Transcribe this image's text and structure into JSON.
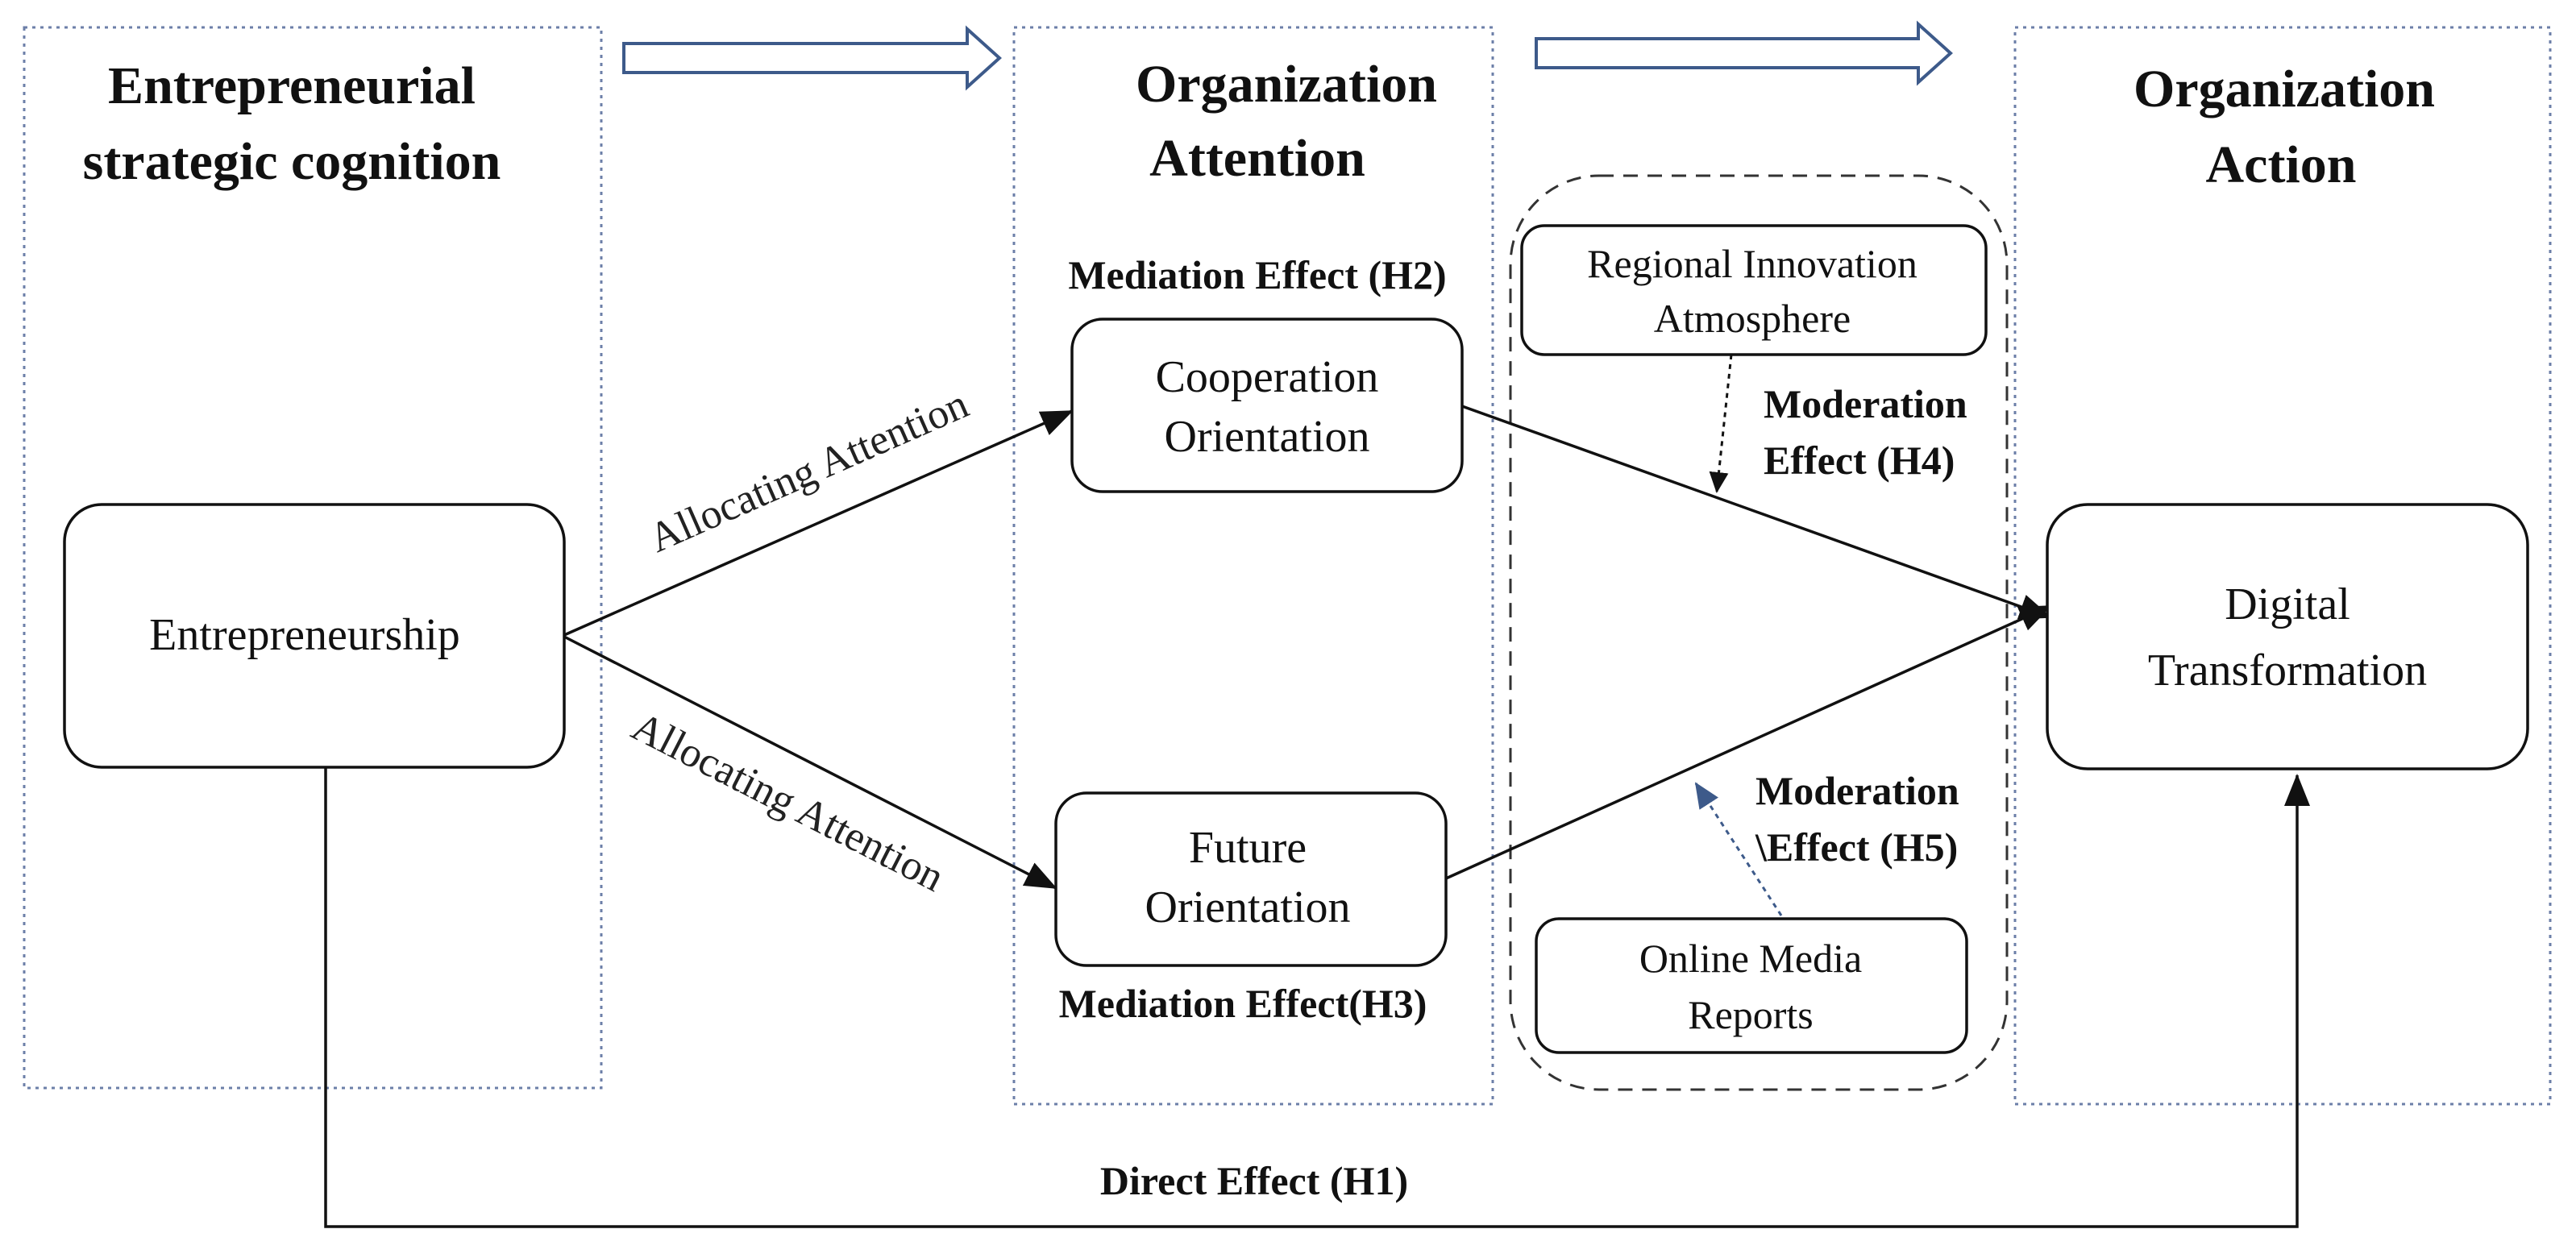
{
  "panels": {
    "cognition": {
      "line1": "Entrepreneurial",
      "line2": "strategic cognition"
    },
    "attention": {
      "line1": "Organization",
      "line2": "Attention"
    },
    "action": {
      "line1": "Organization",
      "line2": "Action"
    }
  },
  "nodes": {
    "entrepreneurship": "Entrepreneurship",
    "cooperation": {
      "line1": "Cooperation",
      "line2": "Orientation"
    },
    "future": {
      "line1": "Future",
      "line2": "Orientation"
    },
    "digital": {
      "line1": "Digital",
      "line2": "Transformation"
    },
    "regional": {
      "line1": "Regional Innovation",
      "line2": "Atmosphere"
    },
    "online": {
      "line1": "Online Media",
      "line2": "Reports"
    }
  },
  "labels": {
    "mediation_h2": "Mediation Effect (H2)",
    "mediation_h3": "Mediation Effect(H3)",
    "moderation_h4": {
      "line1": "Moderation",
      "line2": "Effect (H4)"
    },
    "moderation_h5": {
      "line1": "Moderation",
      "line2": "\\Effect (H5)"
    },
    "allocating_upper": "Allocating Attention",
    "allocating_lower": "Allocating Attention",
    "direct_h1": "Direct Effect (H1)"
  },
  "colors": {
    "panel_border": "#6c7fa8",
    "flow_arrow": "#3d5a8a",
    "line": "#111111",
    "moderator_arrow_h5": "#3d5a8a"
  }
}
